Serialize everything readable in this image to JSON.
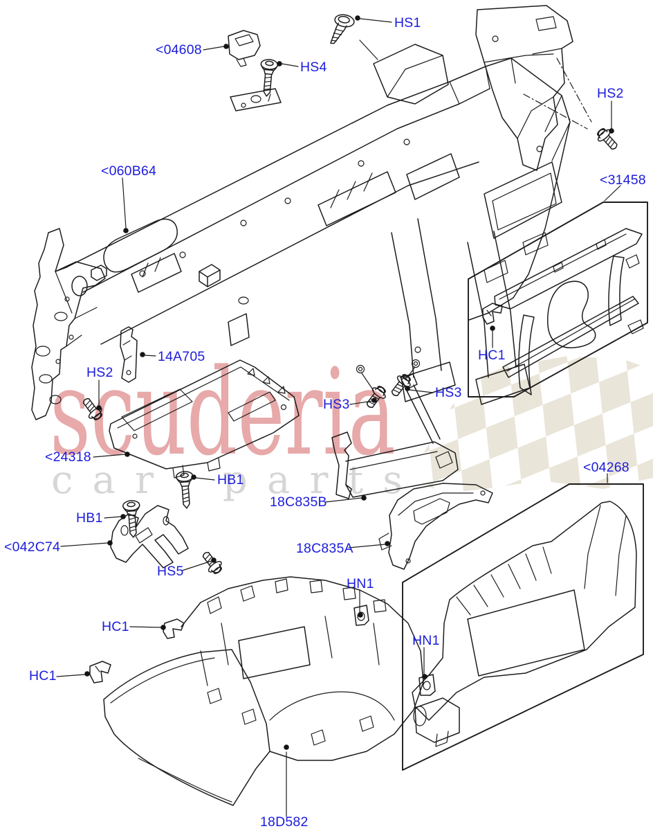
{
  "figure": {
    "kind": "exploded-parts-diagram"
  },
  "watermark": {
    "title": "scuderia",
    "subtitle": "car parts"
  },
  "colors": {
    "label_blue": "#1c1cdd",
    "line_ink": "#1c1c1c",
    "watermark_red": "#e29494",
    "watermark_gray": "#d6d6d6",
    "checker_beige": "#eae5d9",
    "background": "#ffffff"
  },
  "callouts": [
    {
      "id": "04608",
      "text": "<04608"
    },
    {
      "id": "hs4",
      "text": "HS4"
    },
    {
      "id": "hs1",
      "text": "HS1"
    },
    {
      "id": "hs2-top",
      "text": "HS2"
    },
    {
      "id": "31458",
      "text": "<31458"
    },
    {
      "id": "060B64",
      "text": "<060B64"
    },
    {
      "id": "14A705",
      "text": "14A705"
    },
    {
      "id": "hs2-left",
      "text": "HS2"
    },
    {
      "id": "hs3-left",
      "text": "HS3"
    },
    {
      "id": "hs3-right",
      "text": "HS3"
    },
    {
      "id": "hc1-glovebox",
      "text": "HC1"
    },
    {
      "id": "24318",
      "text": "<24318"
    },
    {
      "id": "hb1-upper",
      "text": "HB1"
    },
    {
      "id": "hb1-lower",
      "text": "HB1"
    },
    {
      "id": "042C74",
      "text": "<042C74"
    },
    {
      "id": "hs5",
      "text": "HS5"
    },
    {
      "id": "18C835B",
      "text": "18C835B"
    },
    {
      "id": "18C835A",
      "text": "18C835A"
    },
    {
      "id": "04268",
      "text": "<04268"
    },
    {
      "id": "hn1-center",
      "text": "HN1"
    },
    {
      "id": "hn1-right",
      "text": "HN1"
    },
    {
      "id": "hc1-center",
      "text": "HC1"
    },
    {
      "id": "hc1-left",
      "text": "HC1"
    },
    {
      "id": "18D582",
      "text": "18D582"
    }
  ]
}
